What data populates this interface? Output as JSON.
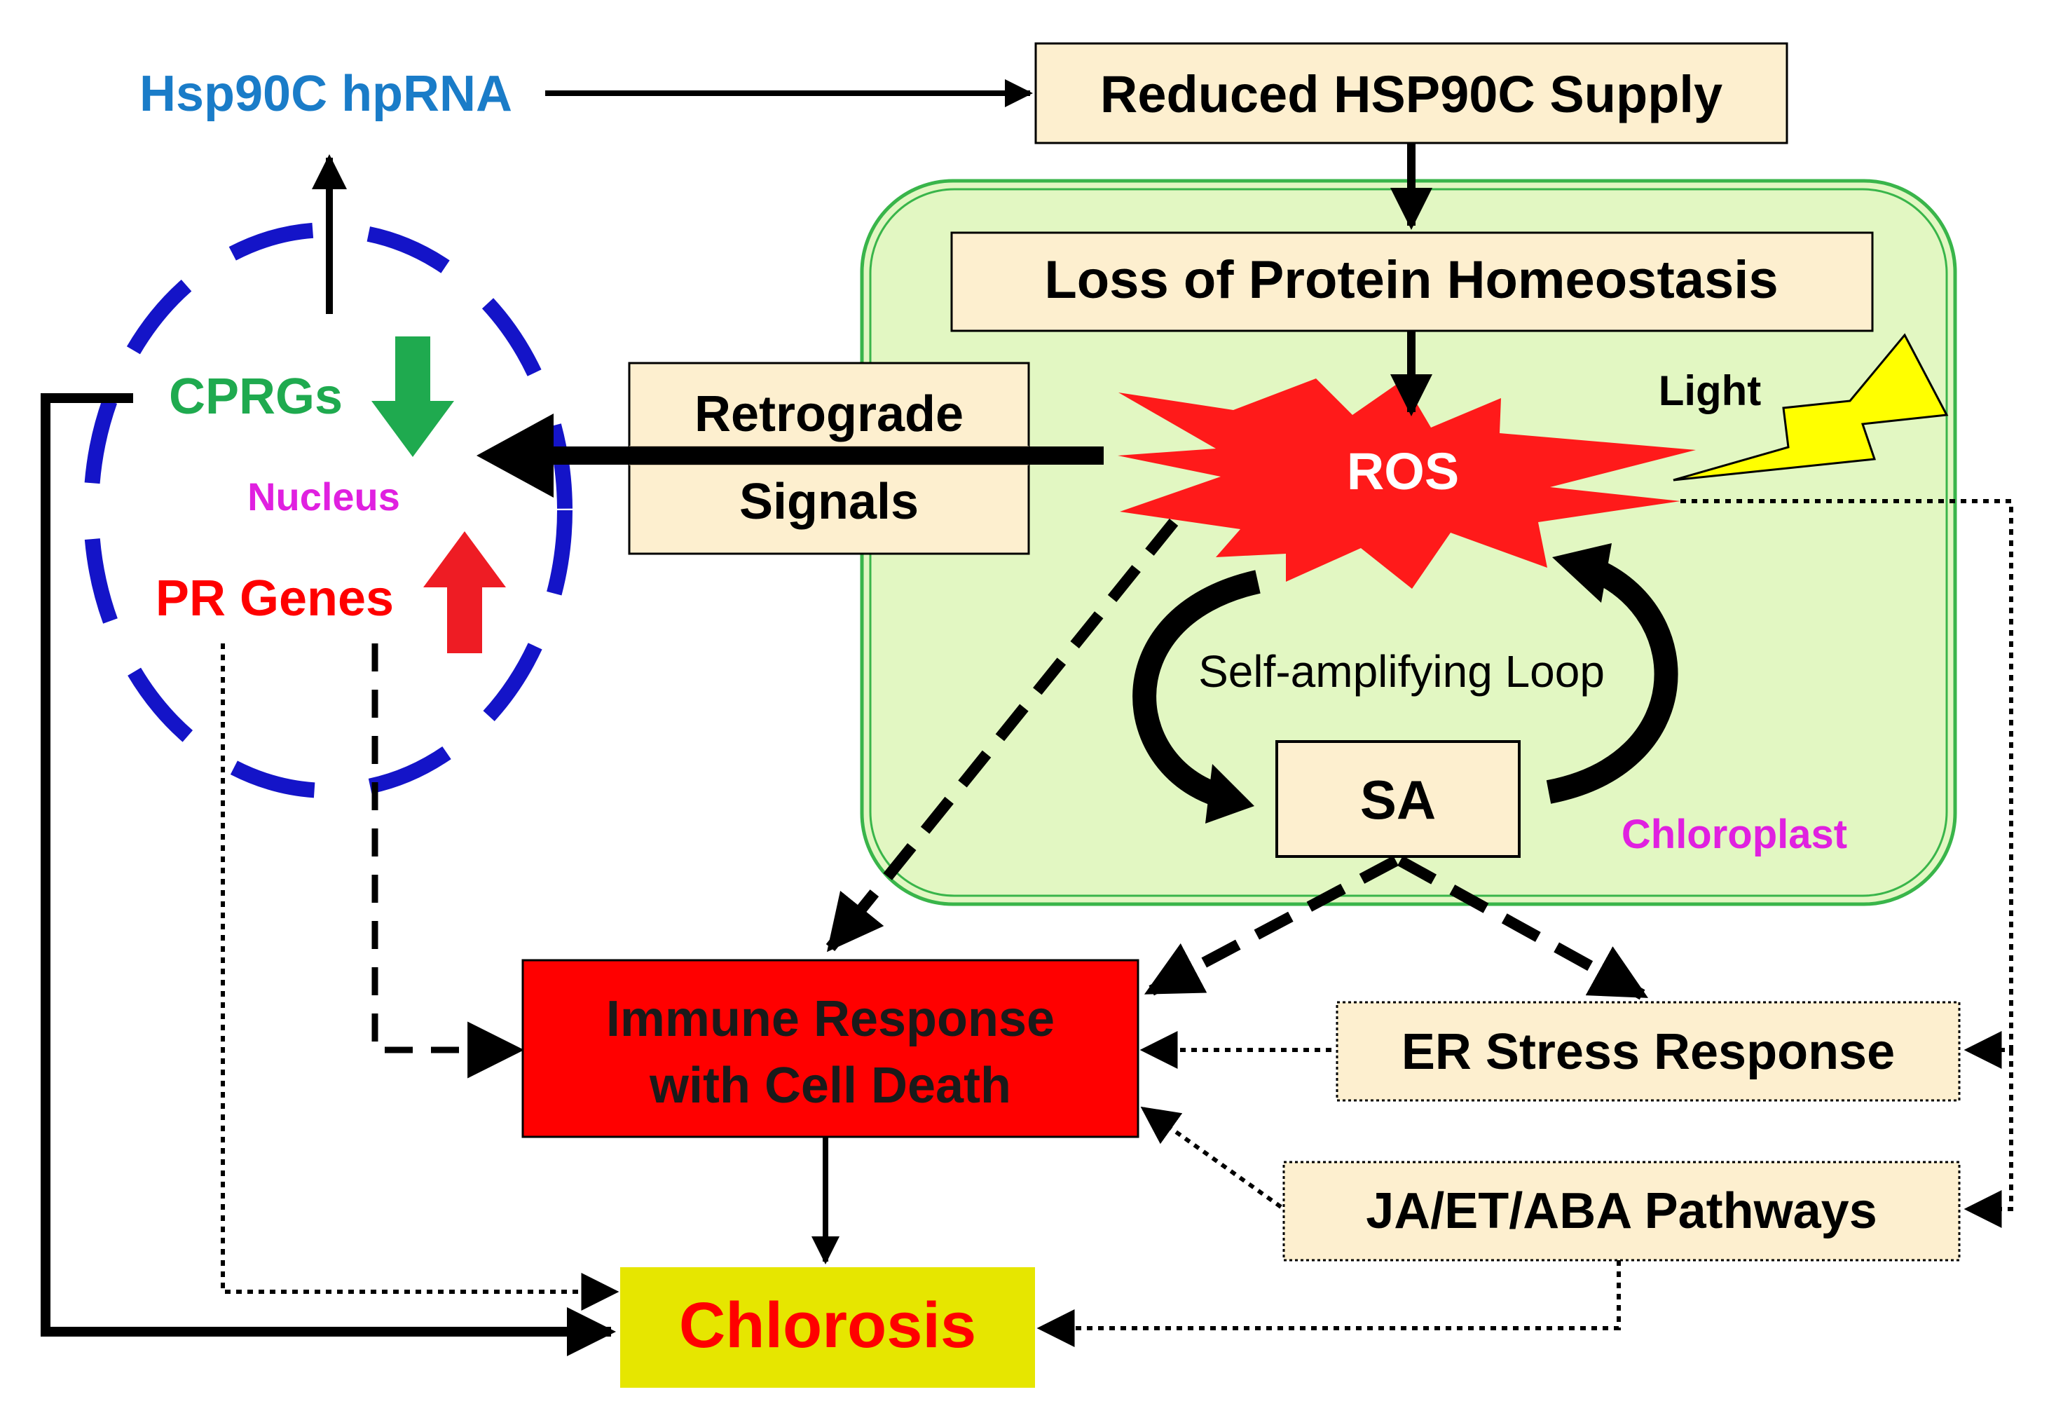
{
  "nodes": {
    "hprna": "Hsp90C hpRNA",
    "reduced_supply": "Reduced HSP90C Supply",
    "loss_homeostasis": "Loss of Protein Homeostasis",
    "light": "Light",
    "ros": "ROS",
    "retrograde_line1": "Retrograde",
    "retrograde_line2": "Signals",
    "loop": "Self-amplifying  Loop",
    "sa": "SA",
    "chloroplast": "Chloroplast",
    "cprgs": "CPRGs",
    "nucleus": "Nucleus",
    "pr_genes": "PR Genes",
    "immune_line1": "Immune Response",
    "immune_line2": "with Cell Death",
    "er_stress": "ER Stress Response",
    "ja_et_aba": "JA/ET/ABA Pathways",
    "chlorosis": "Chlorosis"
  },
  "colors": {
    "hprna_text": "#1a7cc8",
    "box_fill": "#fdefcf",
    "chloroplast_fill": "#e2f7c2",
    "chloroplast_border": "#39b54a",
    "ros_fill": "#ff1a1a",
    "lightning": "#ffff00",
    "nucleus_ring": "#1414c8",
    "cprgs_text": "#1faa4f",
    "nucleus_text": "#e020e0",
    "chloroplast_text": "#e020e0",
    "pr_text": "#ff0000",
    "up_arrow": "#ee1c24",
    "down_arrow": "#1faa4f",
    "immune_fill": "#ff0000",
    "chlorosis_fill": "#e6e600",
    "chlorosis_text": "#ff0000"
  },
  "icons": [
    "lightning-icon",
    "up-arrow-icon",
    "down-arrow-icon"
  ]
}
